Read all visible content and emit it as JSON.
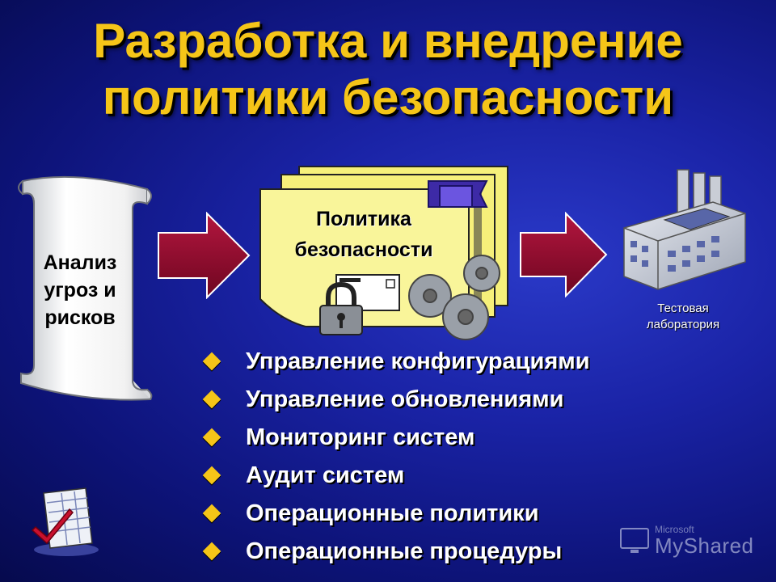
{
  "title": {
    "line1": "Разработка и внедрение",
    "line2": "политики безопасности"
  },
  "flow": {
    "input_label": "Анализ угроз и рисков",
    "policy_label_line1": "Политика",
    "policy_label_line2": "безопасности",
    "output_label_line1": "Тестовая",
    "output_label_line2": "лаборатория"
  },
  "bullets": [
    "Управление конфигурациями",
    "Управление обновлениями",
    "Мониторинг систем",
    "Аудит систем",
    "Операционные политики",
    "Операционные процедуры"
  ],
  "watermark": {
    "company": "Microsoft",
    "name": "MyShared"
  },
  "icons": [
    "scroll-icon",
    "arrow-right-icon",
    "document-stack-icon",
    "ribbon-icon",
    "padlock-icon",
    "card-icon",
    "gear-icon",
    "factory-icon",
    "bullet-diamond-icon",
    "checklist-icon"
  ],
  "colors": {
    "title": "#f5c518",
    "arrow": "#8e0a2a",
    "document": "#f6f07a",
    "ribbon": "#3d2aa6",
    "bullet": "#f5c518",
    "background": "#1a23a6"
  }
}
